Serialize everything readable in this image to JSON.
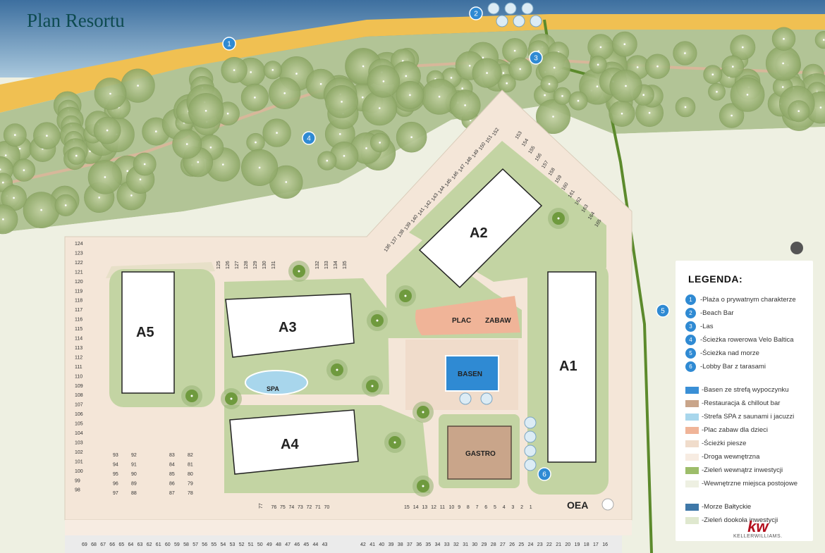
{
  "title": "Plan Resortu",
  "buildings": {
    "a1": "A1",
    "a2": "A2",
    "a3": "A3",
    "a4": "A4",
    "a5": "A5"
  },
  "areas": {
    "basen": "BASEN",
    "gastro": "GASTRO",
    "spa": "SPA",
    "plac": "PLAC",
    "zabaw": "ZABAW",
    "brand": "OEA"
  },
  "markers": [
    "1",
    "2",
    "3",
    "4",
    "5",
    "6"
  ],
  "parking": {
    "left_column": [
      "124",
      "123",
      "122",
      "121",
      "120",
      "119",
      "118",
      "117",
      "116",
      "115",
      "114",
      "113",
      "112",
      "111",
      "110",
      "109",
      "108",
      "107",
      "106",
      "105",
      "104",
      "103",
      "102",
      "101",
      "100",
      "99",
      "98"
    ],
    "top_row_a": [
      "125",
      "126",
      "127",
      "128",
      "129",
      "130",
      "131"
    ],
    "top_row_b": [
      "132",
      "133",
      "134",
      "135"
    ],
    "diagonal_left": [
      "136",
      "137",
      "138",
      "139",
      "140",
      "141",
      "142",
      "143",
      "144",
      "145",
      "146",
      "147",
      "148",
      "149",
      "150",
      "151",
      "152"
    ],
    "diagonal_right": [
      "153",
      "154",
      "155",
      "156",
      "157",
      "158",
      "159",
      "160",
      "161",
      "162",
      "163",
      "164",
      "165"
    ],
    "island_1_left": [
      "93",
      "94",
      "95",
      "96",
      "97"
    ],
    "island_1_right": [
      "92",
      "91",
      "90",
      "89",
      "88"
    ],
    "island_2_left": [
      "83",
      "84",
      "85",
      "86",
      "87"
    ],
    "island_2_right": [
      "82",
      "81",
      "80",
      "79",
      "78"
    ],
    "bottom_inner_a": [
      "77",
      "76",
      "75",
      "74",
      "73",
      "72",
      "71",
      "70"
    ],
    "bottom_inner_b": [
      "15",
      "14",
      "13",
      "12",
      "11",
      "10",
      "9",
      "8",
      "7",
      "6",
      "5",
      "4",
      "3",
      "2",
      "1"
    ],
    "bottom_outer_a": [
      "69",
      "68",
      "67",
      "66",
      "65",
      "64",
      "63",
      "62",
      "61",
      "60",
      "59",
      "58",
      "57",
      "56",
      "55",
      "54",
      "53",
      "52",
      "51",
      "50",
      "49",
      "48",
      "47",
      "46",
      "45",
      "44",
      "43"
    ],
    "bottom_outer_b": [
      "42",
      "41",
      "40",
      "39",
      "38",
      "37",
      "36",
      "35",
      "34",
      "33",
      "32",
      "31",
      "30",
      "29",
      "28",
      "27",
      "26",
      "25",
      "24",
      "23",
      "22",
      "21",
      "20",
      "19",
      "18",
      "17",
      "16"
    ]
  },
  "legend": {
    "heading": "LEGENDA:",
    "numbered": [
      {
        "num": "1",
        "label": "-Plaża o prywatnym charakterze"
      },
      {
        "num": "2",
        "label": "-Beach Bar"
      },
      {
        "num": "3",
        "label": "-Las"
      },
      {
        "num": "4",
        "label": "-Ścieżka rowerowa Velo Baltica"
      },
      {
        "num": "5",
        "label": "-Ścieżka nad morze"
      },
      {
        "num": "6",
        "label": "-Lobby Bar z tarasami"
      }
    ],
    "swatches": [
      {
        "color": "#3a8fd6",
        "label": "-Basen ze strefą wypoczynku"
      },
      {
        "color": "#c9a58a",
        "label": "-Restauracja & chillout bar"
      },
      {
        "color": "#a8d6ec",
        "label": "-Strefa SPA z saunami i jacuzzi"
      },
      {
        "color": "#f0b498",
        "label": "-Plac zabaw dla dzieci"
      },
      {
        "color": "#f0dccb",
        "label": "-Ścieżki piesze"
      },
      {
        "color": "#f7ece2",
        "label": "-Droga wewnętrzna"
      },
      {
        "color": "#9dbd6a",
        "label": "-Zieleń wewnątrz inwestycji"
      },
      {
        "color": "#eef0e2",
        "label": "-Wewnętrzne miejsca postojowe"
      }
    ],
    "swatches2": [
      {
        "color": "#3f78a8",
        "label": "-Morze Bałtyckie"
      },
      {
        "color": "#dfe8cf",
        "label": "-Zieleń dookoła inwestycji"
      }
    ]
  },
  "agency": {
    "logo": "kw",
    "name": "KELLERWILLIAMS."
  },
  "colors": {
    "sea": "#4f86b8",
    "sand": "#f0c052",
    "forest": "#a9be8a",
    "road": "#f4e6d8",
    "green": "#a8c67a",
    "building": "#ffffff",
    "pool": "#2f8ad3",
    "marker": "#2f8ad3"
  }
}
